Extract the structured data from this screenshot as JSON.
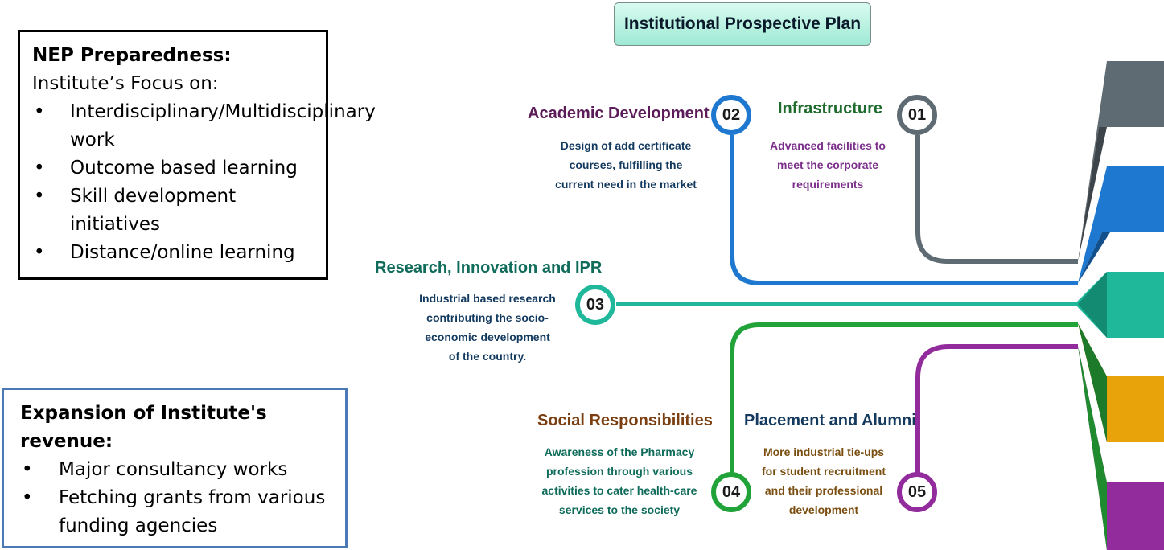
{
  "nep": {
    "title": "NEP Preparedness:",
    "subtitle": "Institute’s Focus on:",
    "items": [
      "Interdisciplinary/Multidisciplinary work",
      "Outcome based learning",
      "Skill development initiatives",
      "Distance/online learning"
    ]
  },
  "revenue": {
    "title": "Expansion of Institute's revenue:",
    "items": [
      "Major consultancy works",
      "Fetching grants from various funding agencies"
    ]
  },
  "plan": {
    "title": "Institutional Prospective Plan",
    "nodes": [
      {
        "number": "01",
        "title": "Infrastructure",
        "description": "Advanced facilities to meet the corporate requirements",
        "color": "#5f6b72"
      },
      {
        "number": "02",
        "title": "Academic Development",
        "description": "Design of add certificate courses, fulfilling the current need  in the market",
        "color": "#1e78d0"
      },
      {
        "number": "03",
        "title": "Research, Innovation and IPR",
        "description": "Industrial based research contributing the socio-economic development of the country.",
        "color": "#1fb89a"
      },
      {
        "number": "04",
        "title": "Social Responsibilities",
        "description": "Awareness of the Pharmacy profession through various activities to cater health-care services to the society",
        "color": "#21a33a"
      },
      {
        "number": "05",
        "title": "Placement and Alumni",
        "description": "More industrial tie-ups for student recruitment and their professional development",
        "color": "#922c9c"
      }
    ],
    "title_colors": {
      "01": "#1e6b2e",
      "02": "#5c1c5a",
      "03": "#0f6b5a",
      "04": "#7a3e10",
      "05": "#14395e"
    },
    "description_colors": {
      "01": "#7b2e8a",
      "02": "#12395e",
      "03": "#12395e",
      "04": "#0f6b5a",
      "05": "#7a4e10"
    }
  }
}
